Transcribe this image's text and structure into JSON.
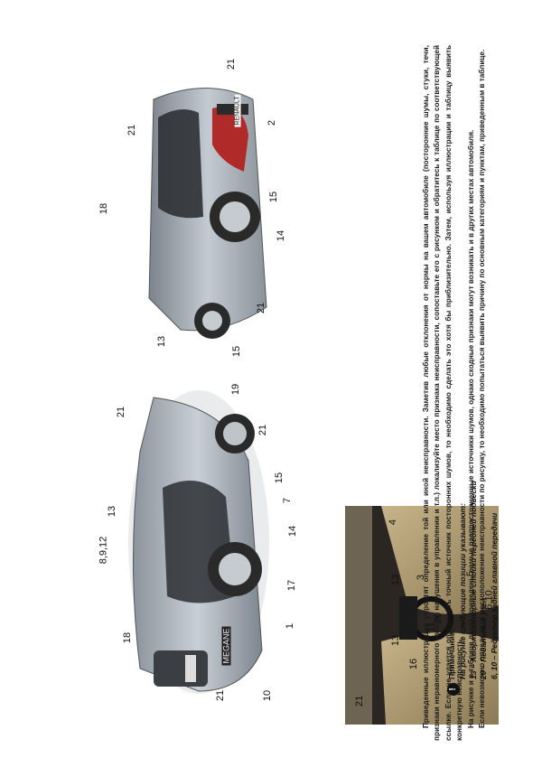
{
  "callouts_front": [
    "18",
    "21",
    "19",
    "21",
    "8,9,12",
    "13",
    "15",
    "7",
    "14",
    "17",
    "1",
    "10",
    "21"
  ],
  "callouts_rear": [
    "21",
    "18",
    "21",
    "2",
    "15",
    "14",
    "21",
    "13",
    "15"
  ],
  "callouts_interior": [
    "21",
    "13",
    "16",
    "4",
    "13",
    "3",
    "11",
    "20",
    "5",
    "6,10"
  ],
  "badge_front": "MEGANE",
  "badge_rear": "RENAULT",
  "text": {
    "p1": "Приведенные иллюстрации упростят определение той или иной неисправности. Заметив любые отклонения от нормы на вашем автомобиле (посторонние шумы, стуки, течи, признаки неравномерного износа, нарушения в управлении и т.п.) локализуйте место признака неисправности, сопоставьте его с рисунком и обратитесь к таблице по соответствующей ссылке. Если не удается определить точный источник посторонних шумов, то необходимо сделать это хотя бы приблизительно. Затем, используя иллюстрации и таблицу выявить конкретную неисправность.",
    "p2": "На рисунке и в таблице далее приведены самые распространенные источники шумов, однако сходные признаки могут возникать и в других местах автомобиля.",
    "p3": "Если невозможно определить местоположение неисправности по рисунку, то необходимо попытаться выявить причину по основным категориям и пунктам, приведенным в таблице."
  },
  "note": {
    "icon": "!",
    "title": "Примечание:",
    "subtitle": "На рисунке следующие позиции указывают:",
    "lines": [
      "13 – Амортизаторные стойки передней подвески",
      "20 – Педальный узел",
      "6, 10 – Редуктор задней главной передачи"
    ]
  }
}
